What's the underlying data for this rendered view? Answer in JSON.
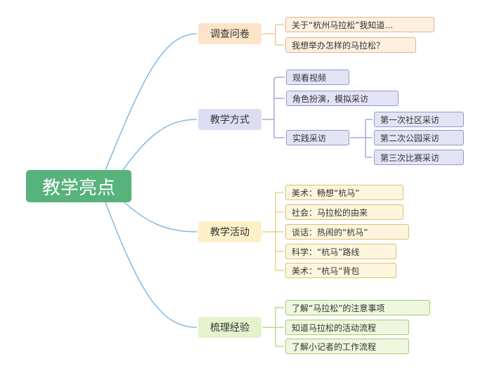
{
  "root": {
    "label": "教学亮点"
  },
  "colors": {
    "root": "#57b27c",
    "line": "#7fb9e6",
    "orange": "#f0c89a",
    "purple": "#a9a9d6",
    "yellow": "#ead48e",
    "green": "#b8d98d"
  },
  "branches": [
    {
      "label": "调查问卷",
      "children": [
        {
          "label": "关于“杭州马拉松”我知道…"
        },
        {
          "label": "我想举办怎样的马拉松？"
        }
      ]
    },
    {
      "label": "教学方式",
      "children": [
        {
          "label": "观看视频"
        },
        {
          "label": "角色扮演，模拟采访"
        },
        {
          "label": "实践采访",
          "children": [
            {
              "label": "第一次社区采访"
            },
            {
              "label": "第二次公园采访"
            },
            {
              "label": "第三次比赛采访"
            }
          ]
        }
      ]
    },
    {
      "label": "教学活动",
      "children": [
        {
          "label": "美术：畅想“杭马”"
        },
        {
          "label": "社会：马拉松的由来"
        },
        {
          "label": "谈话：热闹的“杭马”"
        },
        {
          "label": "科学：“杭马”路线"
        },
        {
          "label": "美术：“杭马”背包"
        }
      ]
    },
    {
      "label": "梳理经验",
      "children": [
        {
          "label": "了解“马拉松”的注意事项"
        },
        {
          "label": "知道马拉松的活动流程"
        },
        {
          "label": "了解小记者的工作流程"
        }
      ]
    }
  ]
}
